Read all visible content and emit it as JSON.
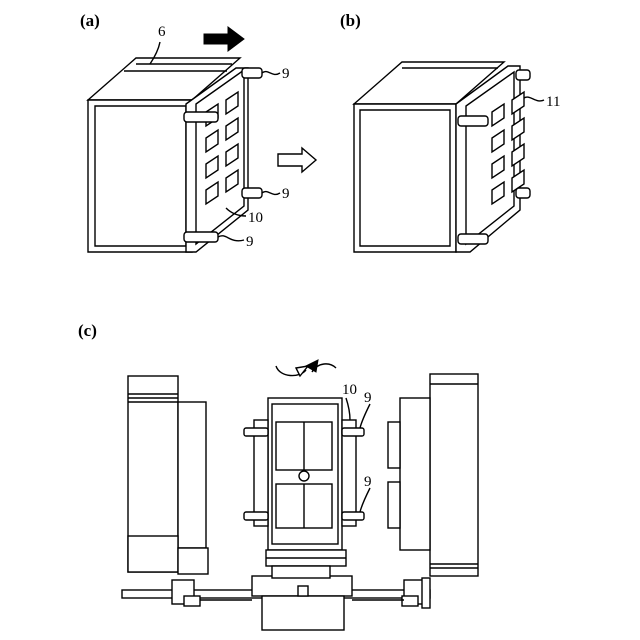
{
  "panels": {
    "a": {
      "label": "(a)",
      "ref_top": "6",
      "ref_pins": "9",
      "ref_pins_mid": "9",
      "ref_pins_bottom": "9",
      "ref_plate": "10"
    },
    "b": {
      "label": "(b)",
      "ref_slots": "11"
    },
    "c": {
      "label": "(c)",
      "ref_plate": "10",
      "ref_pin_top": "9",
      "ref_pin_bottom": "9"
    }
  },
  "icons": {
    "move_arrow": "arrow-right-solid-icon",
    "transition_arrow": "arrow-right-outline-icon",
    "rotation": "rotate-arrows-icon"
  }
}
